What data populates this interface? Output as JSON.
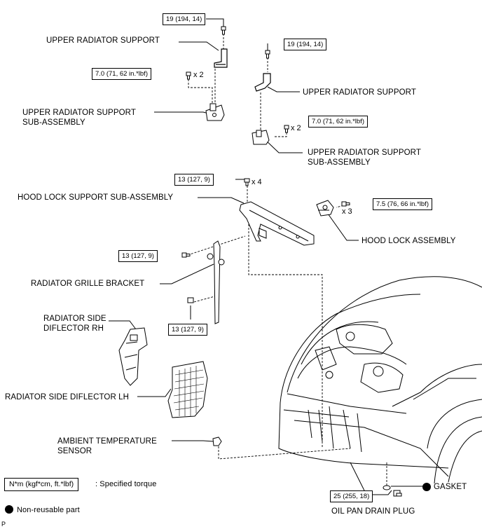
{
  "labels": {
    "upper_radiator_support_left": "UPPER RADIATOR SUPPORT",
    "upper_radiator_support_sub_left_1": "UPPER RADIATOR SUPPORT",
    "upper_radiator_support_sub_left_2": "SUB-ASSEMBLY",
    "upper_radiator_support_right": "UPPER RADIATOR SUPPORT",
    "upper_radiator_support_sub_right_1": "UPPER RADIATOR SUPPORT",
    "upper_radiator_support_sub_right_2": "SUB-ASSEMBLY",
    "hood_lock_support": "HOOD LOCK SUPPORT SUB-ASSEMBLY",
    "hood_lock_assembly": "HOOD LOCK ASSEMBLY",
    "radiator_grille_bracket": "RADIATOR GRILLE BRACKET",
    "radiator_side_diflector_rh_1": "RADIATOR SIDE",
    "radiator_side_diflector_rh_2": "DIFLECTOR RH",
    "radiator_side_diflector_lh": "RADIATOR SIDE DIFLECTOR LH",
    "ambient_temp_sensor_1": "AMBIENT TEMPERATURE",
    "ambient_temp_sensor_2": "SENSOR",
    "gasket": "GASKET",
    "oil_pan_drain_plug": "OIL PAN DRAIN PLUG"
  },
  "torques": {
    "t_upper_left_bolt": "19 (194, 14)",
    "t_upper_right_bolt": "19 (194, 14)",
    "t_sub_left_bolt": "7.0 (71, 62 in.*lbf)",
    "t_sub_right_bolt": "7.0 (71, 62 in.*lbf)",
    "t_hood_support_bolt": "13 (127, 9)",
    "t_hood_lock_bolt": "7.5 (76, 66 in.*lbf)",
    "t_grille_bracket_upper": "13 (127, 9)",
    "t_grille_bracket_lower": "13 (127, 9)",
    "t_drain_plug": "25 (255, 18)"
  },
  "quantities": {
    "q_sub_left": "x 2",
    "q_sub_right": "x 2",
    "q_hood_support": "x 4",
    "q_hood_lock": "x 3"
  },
  "legend": {
    "torque_box": "N*m (kgf*cm, ft.*lbf)",
    "torque_desc": ": Specified torque",
    "nonreusable": "Non-reusable part"
  },
  "corner_mark": "P"
}
